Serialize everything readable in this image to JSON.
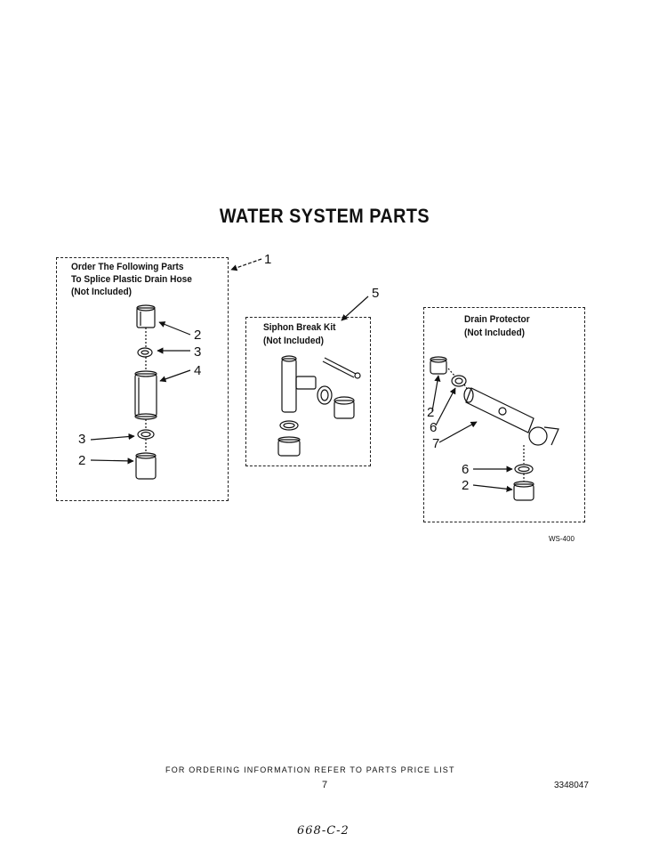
{
  "title": "WATER SYSTEM PARTS",
  "group1": {
    "line1": "Order The Following Parts",
    "line2": "To Splice Plastic Drain Hose",
    "line3": "(Not Included)",
    "callout": "1"
  },
  "group2": {
    "line1": "Siphon Break Kit",
    "line2": "(Not Included)",
    "callout": "5"
  },
  "group3": {
    "line1": "Drain Protector",
    "line2": "(Not Included)"
  },
  "callouts": {
    "g1_a": "2",
    "g1_b": "3",
    "g1_c": "4",
    "g1_d": "3",
    "g1_e": "2",
    "g3_a": "2",
    "g3_b": "6",
    "g3_c": "7",
    "g3_d": "6",
    "g3_e": "2"
  },
  "code": "WS-400",
  "footer": "FOR ORDERING INFORMATION REFER TO PARTS PRICE LIST",
  "page_number": "7",
  "part_number": "3348047",
  "handwritten": "668-C-2"
}
